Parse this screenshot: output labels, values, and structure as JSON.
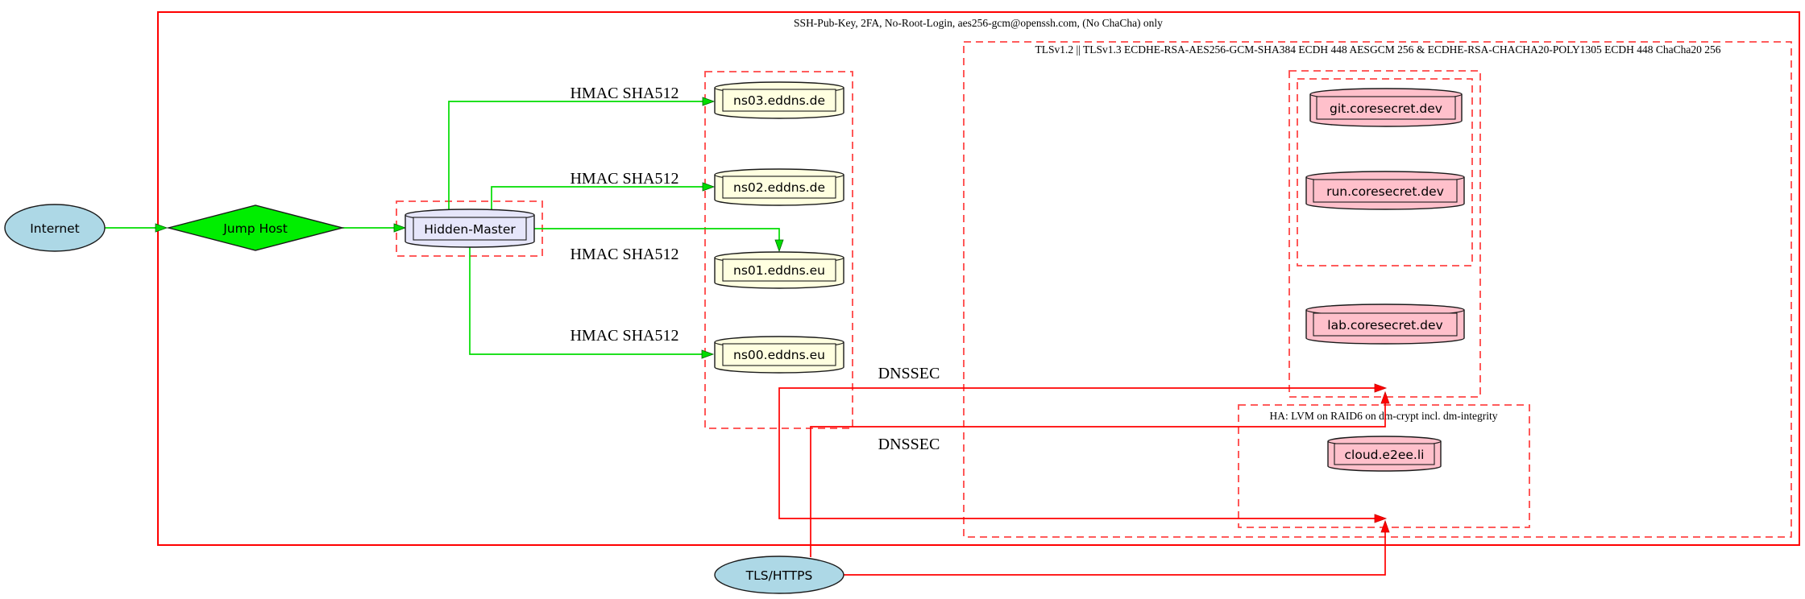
{
  "diagram": {
    "type": "network-security-architecture-graph",
    "clusters": {
      "ssh": {
        "label": "SSH-Pub-Key, 2FA, No-Root-Login, aes256-gcm@openssh.com, (No ChaCha) only"
      },
      "tls": {
        "label": "TLSv1.2 || TLSv1.3 ECDHE-RSA-AES256-GCM-SHA384 ECDH 448 AESGCM 256 & ECDHE-RSA-CHACHA20-POLY1305 ECDH 448 ChaCha20 256"
      },
      "ha": {
        "label": "HA: LVM on RAID6 on dm-crypt incl. dm-integrity"
      }
    },
    "nodes": {
      "internet": "Internet",
      "jump_host": "Jump Host",
      "hidden_master": "Hidden-Master",
      "ns03": "ns03.eddns.de",
      "ns02": "ns02.eddns.de",
      "ns01": "ns01.eddns.eu",
      "ns00": "ns00.eddns.eu",
      "git": "git.coresecret.dev",
      "run": "run.coresecret.dev",
      "lab": "lab.coresecret.dev",
      "cloud": "cloud.e2ee.li",
      "tls_https": "TLS/HTTPS"
    },
    "edge_labels": {
      "hmac_sha512": "HMAC SHA512",
      "dnssec": "DNSSEC"
    },
    "edges": [
      {
        "from": "Internet",
        "to": "Jump Host",
        "color": "green"
      },
      {
        "from": "Jump Host",
        "to": "Hidden-Master",
        "color": "green"
      },
      {
        "from": "Hidden-Master",
        "to": "ns03.eddns.de",
        "label": "HMAC SHA512",
        "color": "green"
      },
      {
        "from": "Hidden-Master",
        "to": "ns02.eddns.de",
        "label": "HMAC SHA512",
        "color": "green"
      },
      {
        "from": "Hidden-Master",
        "to": "ns01.eddns.eu",
        "label": "HMAC SHA512",
        "color": "green"
      },
      {
        "from": "Hidden-Master",
        "to": "ns00.eddns.eu",
        "label": "HMAC SHA512",
        "color": "green"
      },
      {
        "from": "nameserver-cluster",
        "to": "coresecret-service-cluster",
        "label": "DNSSEC",
        "color": "red"
      },
      {
        "from": "nameserver-cluster",
        "to": "ha-cloud-cluster",
        "label": "DNSSEC",
        "color": "red"
      },
      {
        "from": "TLS/HTTPS",
        "to": "coresecret-service-cluster",
        "color": "red"
      },
      {
        "from": "TLS/HTTPS",
        "to": "ha-cloud-cluster",
        "color": "red"
      }
    ],
    "colors": {
      "internet_fill": "#add8e6",
      "tls_https_fill": "#add8e6",
      "jump_host_fill": "#00ee00",
      "hidden_master_fill": "#e6e6fa",
      "nameserver_fill": "#ffffe0",
      "service_fill": "#ffc0cb",
      "edge_green": "#00dd00",
      "edge_red": "#ff0000",
      "cluster_border": "#ff4646",
      "node_border": "#1a1a1a"
    }
  }
}
